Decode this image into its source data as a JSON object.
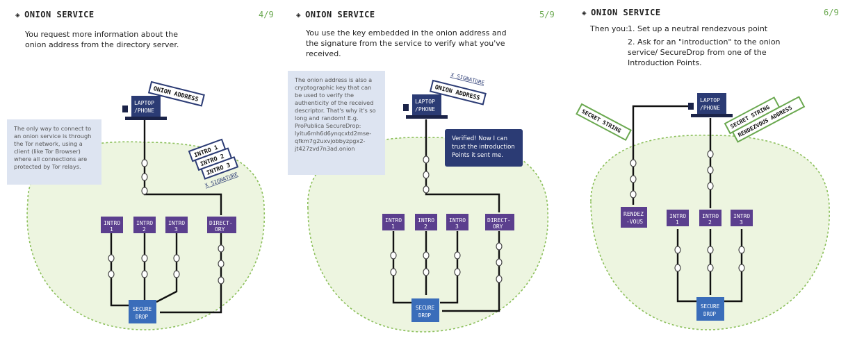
{
  "panels": [
    {
      "title": "ONION SERVICE",
      "page": "4/9",
      "text": "You request more information about the onion address from the directory server.",
      "labels": {
        "laptop": [
          "LAPTOP",
          "/PHONE"
        ],
        "onion_tag": "ONION ADDRESS",
        "intro_tags": [
          "INTRO 1",
          "INTRO 2",
          "INTRO 3"
        ],
        "signature": "X SIGNATURE",
        "nodes": [
          [
            "INTRO",
            "1"
          ],
          [
            "INTRO",
            "2"
          ],
          [
            "INTRO",
            "3"
          ],
          [
            "DIRECT-",
            "ORY"
          ]
        ],
        "securedrop": [
          "SECURE",
          "DROP"
        ]
      },
      "note": "The only way to connect to an onion service is through the Tor network, using a client (like Tor Browser) where all connections are protected by Tor relays."
    },
    {
      "title": "ONION SERVICE",
      "page": "5/9",
      "text": "You use the key embedded in the onion address and the signature from the service to verify what you've received.",
      "labels": {
        "laptop": [
          "LAPTOP",
          "/PHONE"
        ],
        "onion_tag": "ONION ADDRESS",
        "signature": "X SIGNATURE",
        "nodes": [
          [
            "INTRO",
            "1"
          ],
          [
            "INTRO",
            "2"
          ],
          [
            "INTRO",
            "3"
          ],
          [
            "DIRECT-",
            "ORY"
          ]
        ],
        "securedrop": [
          "SECURE",
          "DROP"
        ]
      },
      "note": "The onion address is also a cryptographic key that can be used to verify the authenticity of the received descriptor. That's why it's so long and random! E.g. ProPublica SecureDrop: lyitu6mh6d6ynqcxtd2mse-qfkm7g2uxvjobbyzpgx2-jt427zvd7n3ad.onion",
      "bubble": "Verified! Now I can trust the introduction Points it sent me."
    },
    {
      "title": "ONION SERVICE",
      "page": "6/9",
      "lead": "Then you:",
      "steps": [
        "1. Set up a neutral rendezvous point",
        "2. Ask for an \"introduction\" to the onion service/ SecureDrop from one of the Introduction Points."
      ],
      "labels": {
        "laptop": [
          "LAPTOP",
          "/PHONE"
        ],
        "secret_tag": "SECRET STRING",
        "secret_tag2": "SECRET STRING",
        "rendezvous_tag": "RENDEZVOUS ADDRESS",
        "rendezvous": [
          "RENDEZ",
          "-VOUS"
        ],
        "nodes": [
          [
            "INTRO",
            "1"
          ],
          [
            "INTRO",
            "2"
          ],
          [
            "INTRO",
            "3"
          ]
        ],
        "securedrop": [
          "SECURE",
          "DROP"
        ]
      }
    }
  ],
  "colors": {
    "blob": "#edf5e0",
    "node": "#5b3f8e",
    "laptop": "#2b3b74",
    "accent": "#6aa84f",
    "securedrop": "#3a6dba"
  },
  "icons": [
    "onion-icon",
    "wifi-icon",
    "plug-icon"
  ]
}
